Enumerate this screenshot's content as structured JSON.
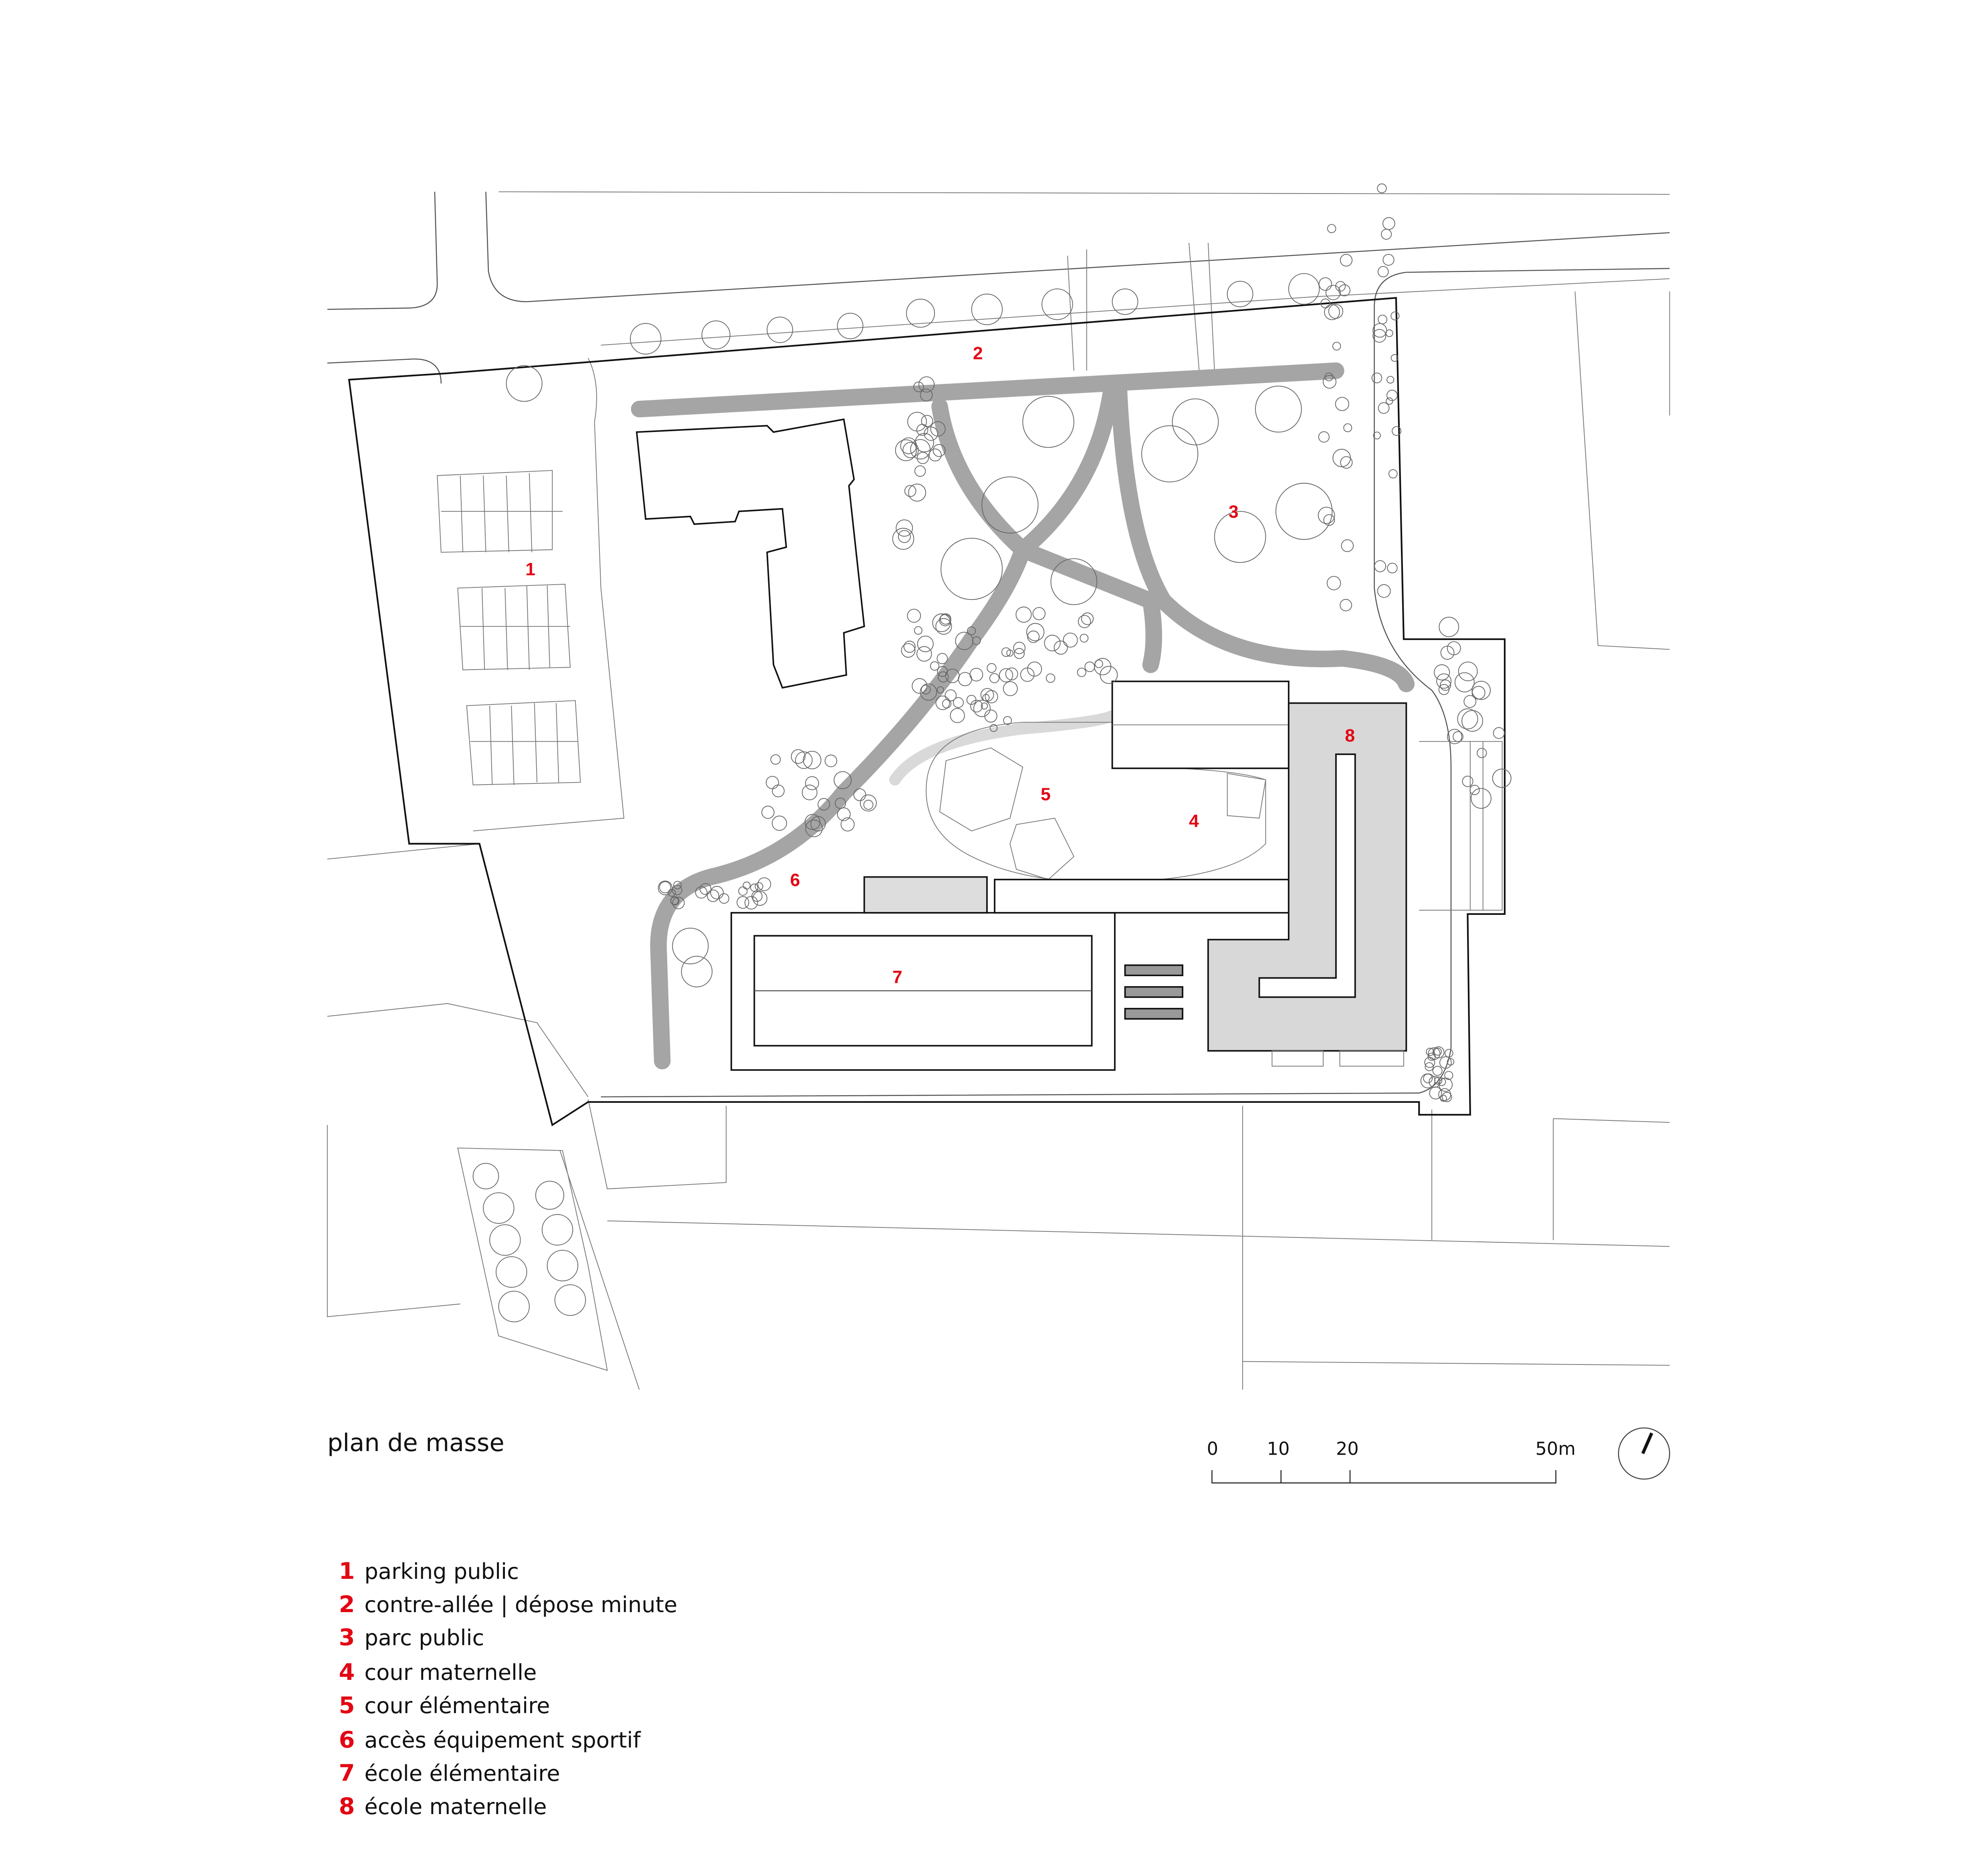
{
  "title": "plan de masse",
  "map_labels": [
    "1",
    "2",
    "3",
    "4",
    "5",
    "6",
    "7",
    "8"
  ],
  "legend": [
    {
      "number": "1",
      "label": "parking public"
    },
    {
      "number": "2",
      "label": "contre-allée | dépose minute"
    },
    {
      "number": "3",
      "label": "parc public"
    },
    {
      "number": "4",
      "label": "cour maternelle"
    },
    {
      "number": "5",
      "label": "cour élémentaire"
    },
    {
      "number": "6",
      "label": "accès équipement sportif"
    },
    {
      "number": "7",
      "label": "école élémentaire"
    },
    {
      "number": "8",
      "label": "école maternelle"
    }
  ],
  "scale_bar": {
    "ticks": [
      "0",
      "10",
      "20",
      "50m"
    ]
  },
  "north_arrow": "north-arrow-icon",
  "colors": {
    "accent": "#e30613",
    "ink": "#111111",
    "path_grey": "#a5a5a5"
  }
}
